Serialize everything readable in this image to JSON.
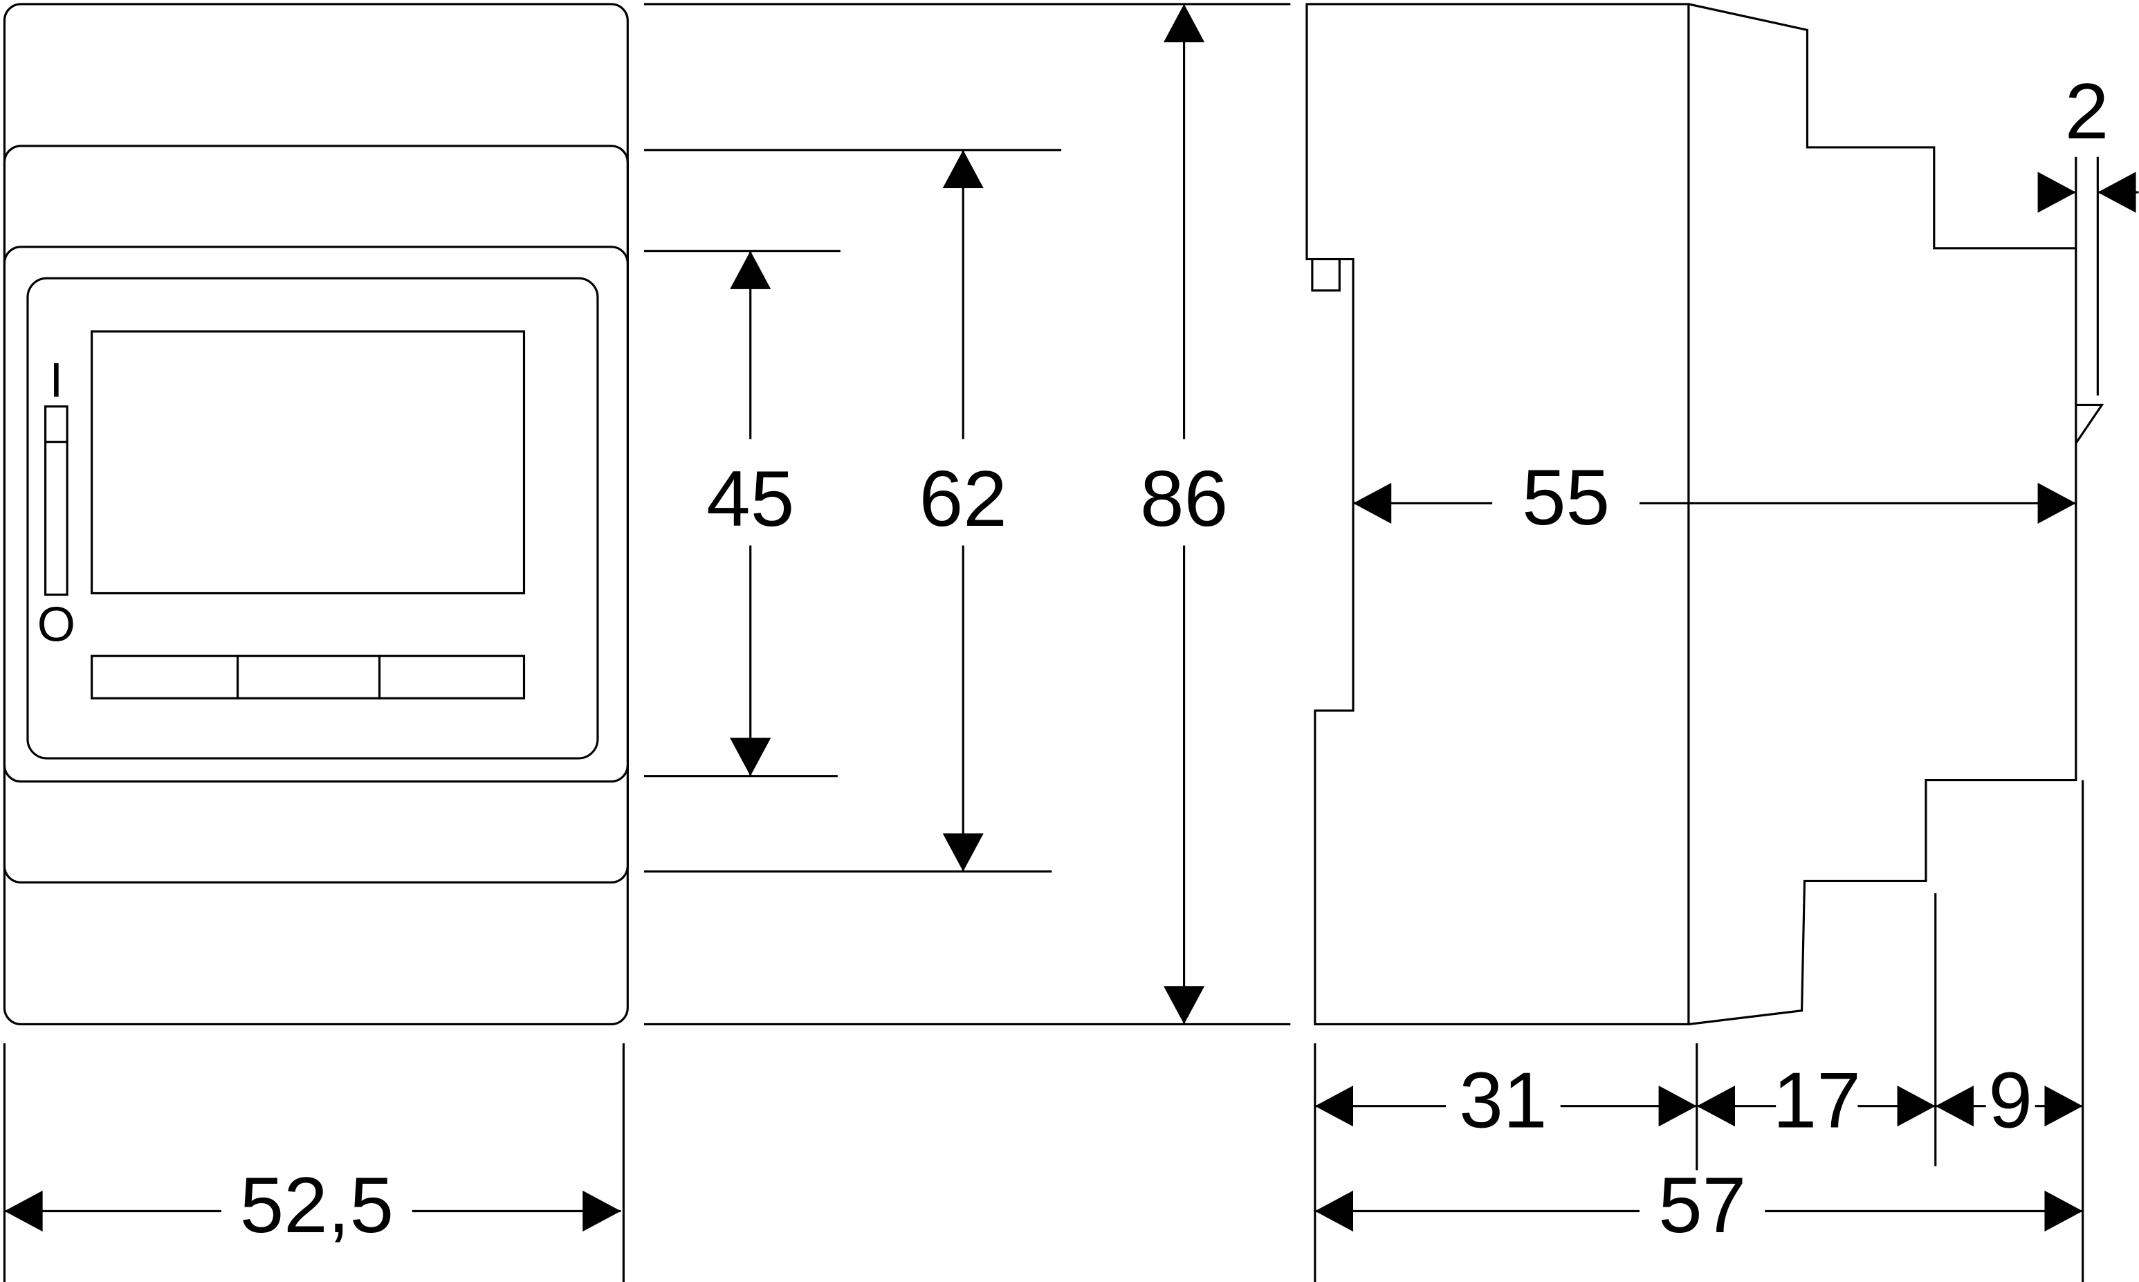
{
  "drawing": {
    "front_view": {
      "switch_on_label": "I",
      "switch_off_label": "O",
      "width_label": "52,5"
    },
    "heights": {
      "h45": "45",
      "h62": "62",
      "h86": "86"
    },
    "side_view": {
      "depth_label": "55",
      "clip_label": "2",
      "seg31": "31",
      "seg17": "17",
      "seg9": "9",
      "total57": "57"
    }
  }
}
